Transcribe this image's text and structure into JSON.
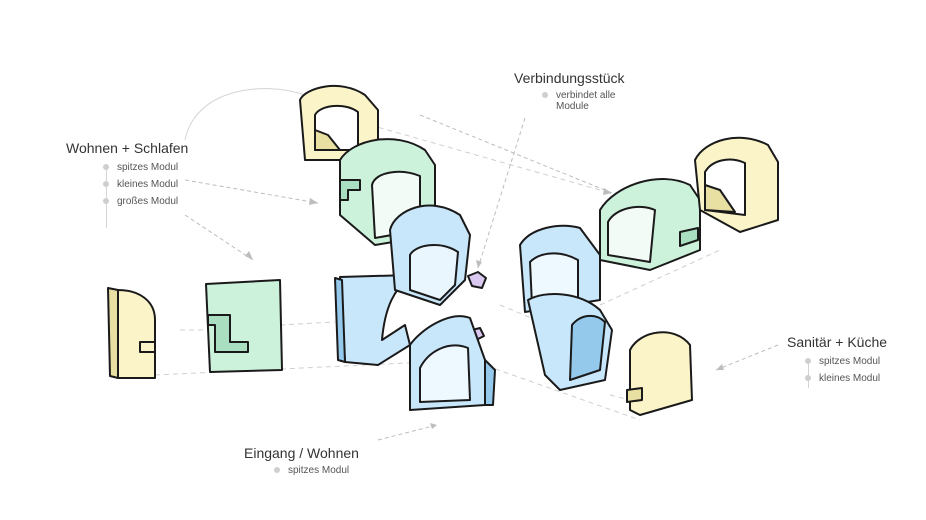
{
  "labels": {
    "wohnen": {
      "title": "Wohnen + Schlafen",
      "items": [
        "spitzes Modul",
        "kleines Modul",
        "großes Modul"
      ]
    },
    "verbindung": {
      "title": "Verbindungsstück",
      "items": [
        "verbindet alle",
        "Module"
      ]
    },
    "sanitaer": {
      "title": "Sanitär + Küche",
      "items": [
        "spitzes Modul",
        "kleines Modul"
      ]
    },
    "eingang": {
      "title": "Eingang / Wohnen",
      "items": [
        "spitzes Modul"
      ]
    }
  },
  "colors": {
    "yellow": "#fbf4c9",
    "yellow_dark": "#e8dfa3",
    "green": "#cdf2dc",
    "green_dark": "#a9dfc0",
    "blue": "#c9e7fb",
    "blue_dark": "#95c9ec",
    "purple": "#d9c8f0",
    "line": "#cfcfcf"
  }
}
